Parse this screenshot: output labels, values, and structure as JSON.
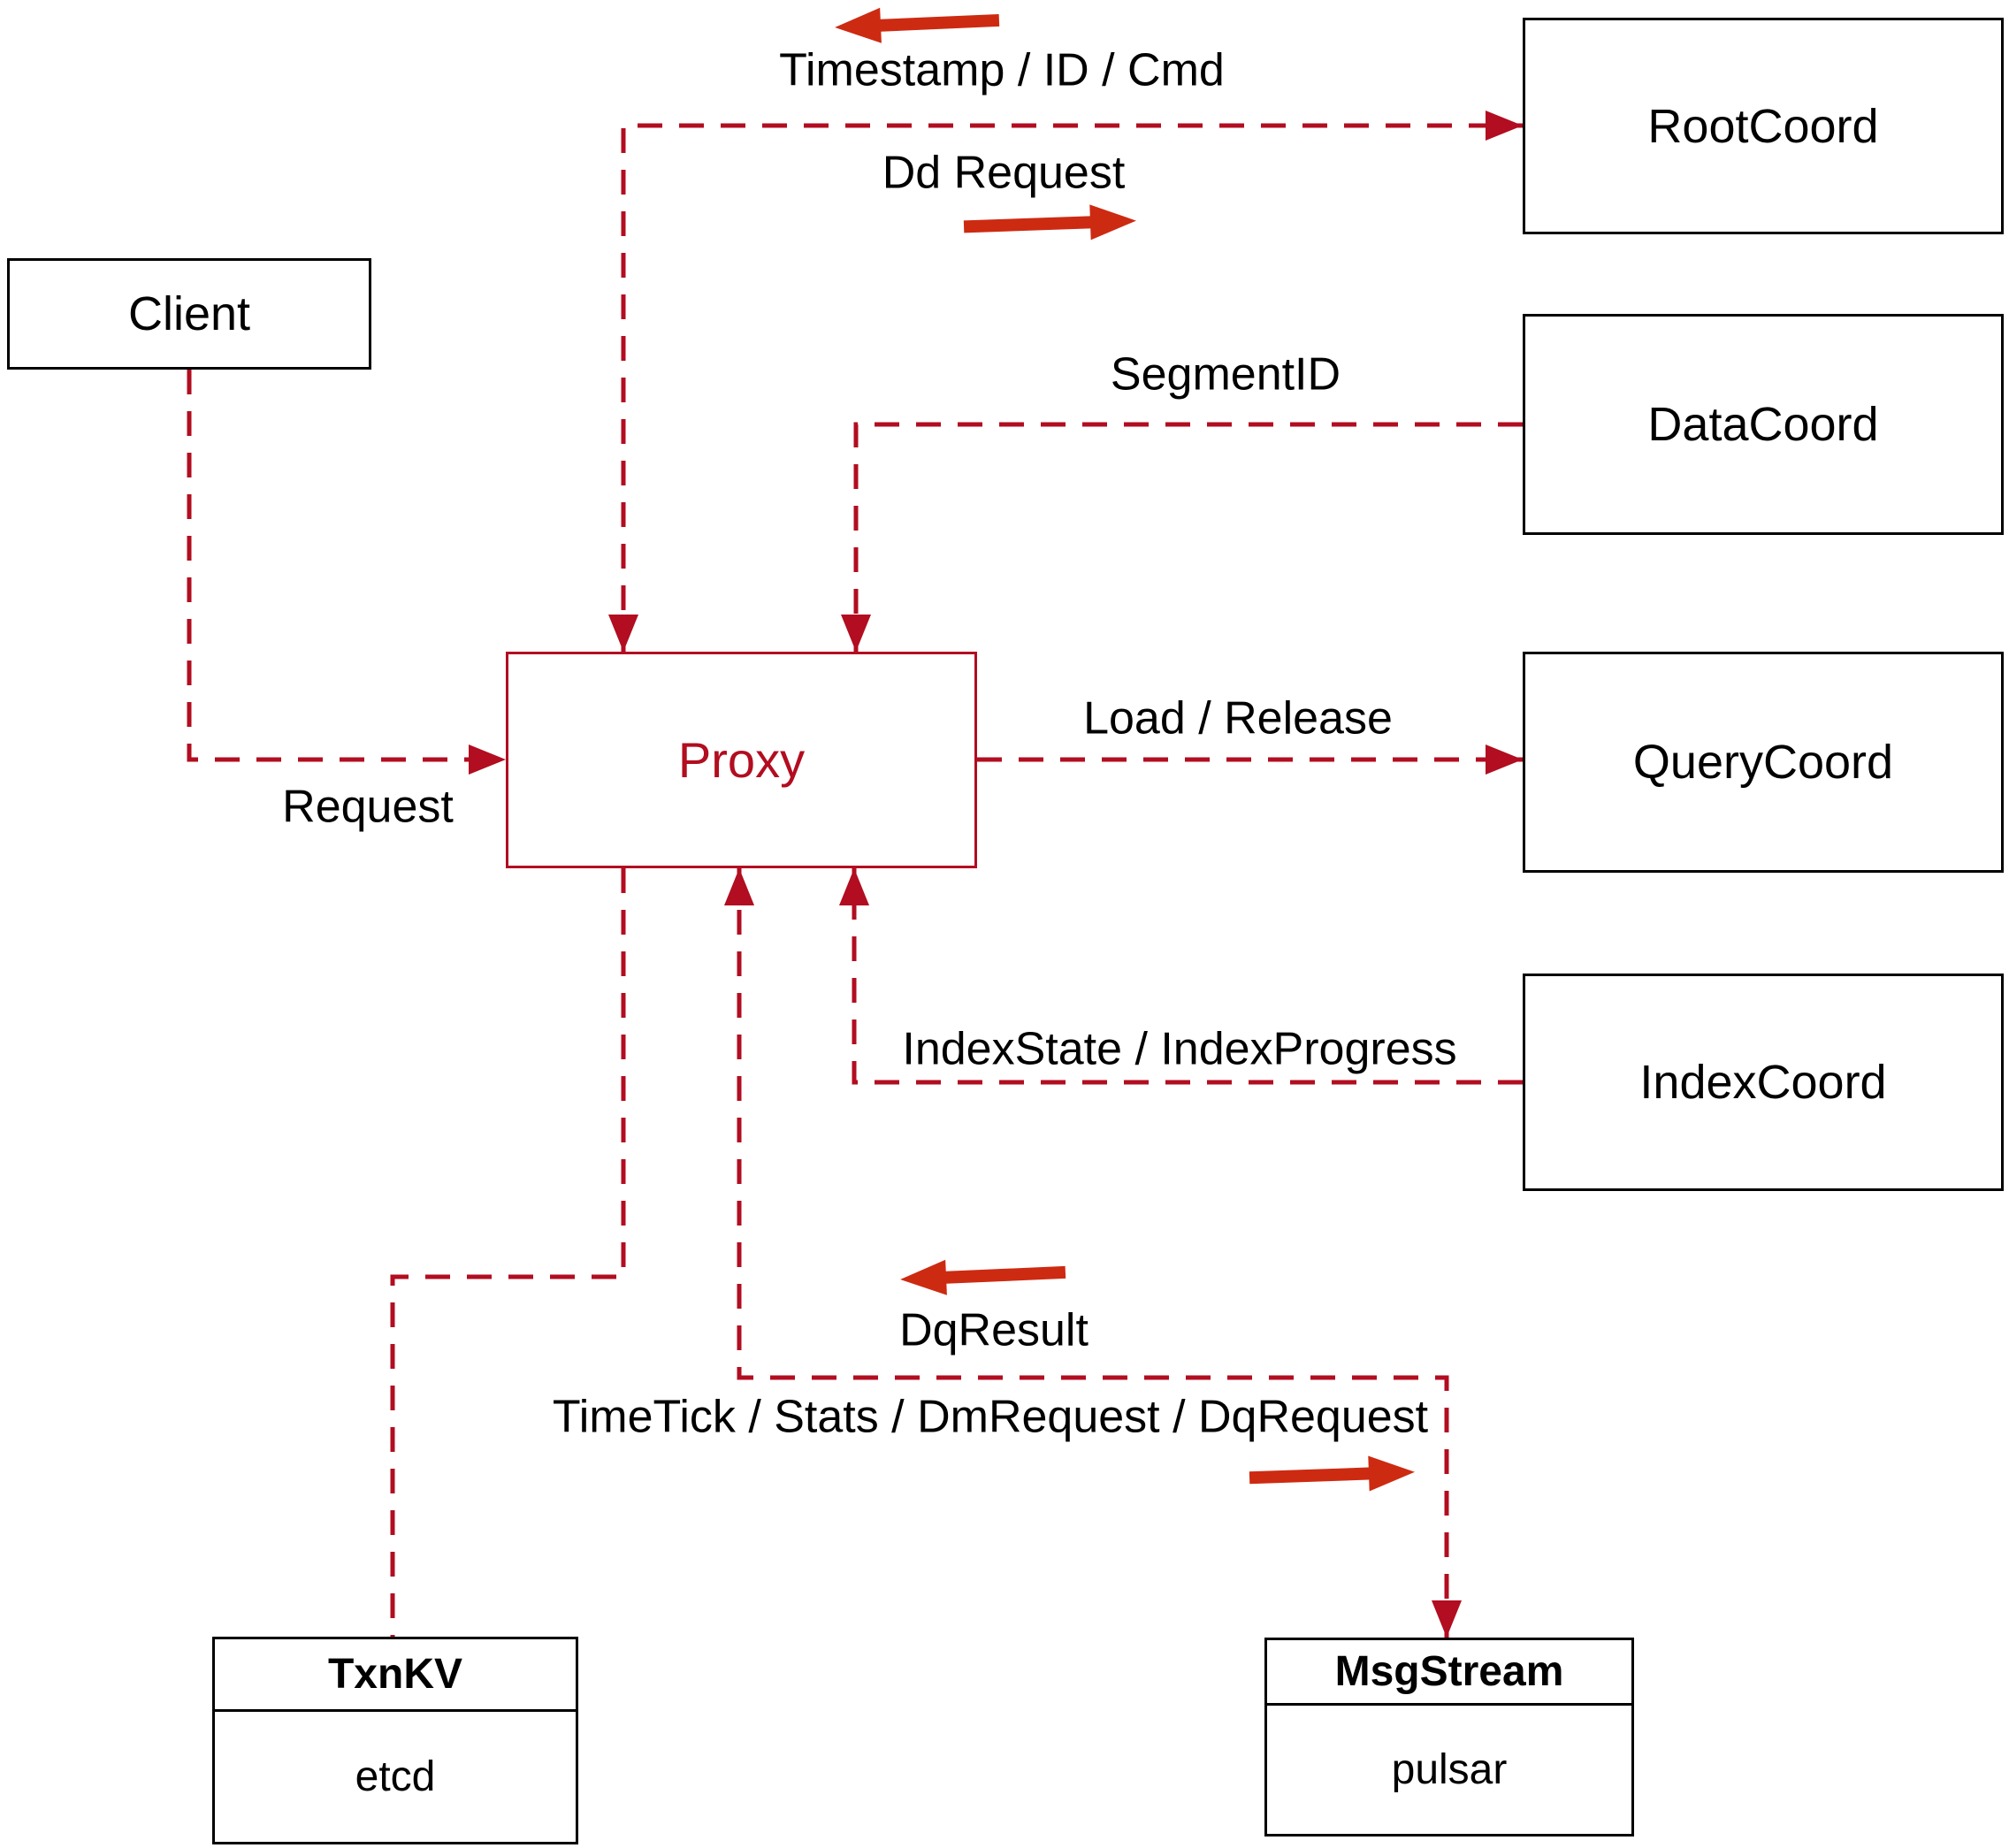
{
  "colors": {
    "background": "#ffffff",
    "box_border": "#000000",
    "label_text": "#000000",
    "dashed_line": "#b20d20",
    "solid_arrow": "#cd2a12"
  },
  "nodes": {
    "client": {
      "label": "Client"
    },
    "rootcoord": {
      "label": "RootCoord"
    },
    "datacoord": {
      "label": "DataCoord"
    },
    "querycoord": {
      "label": "QueryCoord"
    },
    "indexcoord": {
      "label": "IndexCoord"
    },
    "proxy": {
      "label": "Proxy"
    },
    "txnkv": {
      "title": "TxnKV",
      "subtitle": "etcd"
    },
    "msgstream": {
      "title": "MsgStream",
      "subtitle": "pulsar"
    }
  },
  "edges": {
    "timestamp": {
      "label": "Timestamp / ID / Cmd"
    },
    "dd_request": {
      "label": "Dd Request"
    },
    "segment_id": {
      "label": "SegmentID"
    },
    "load_release": {
      "label": "Load / Release"
    },
    "index_state": {
      "label": "IndexState / IndexProgress"
    },
    "request": {
      "label": "Request"
    },
    "dq_result": {
      "label": "DqResult"
    },
    "time_tick": {
      "label": "TimeTick / Stats / DmRequest / DqRequest"
    }
  }
}
